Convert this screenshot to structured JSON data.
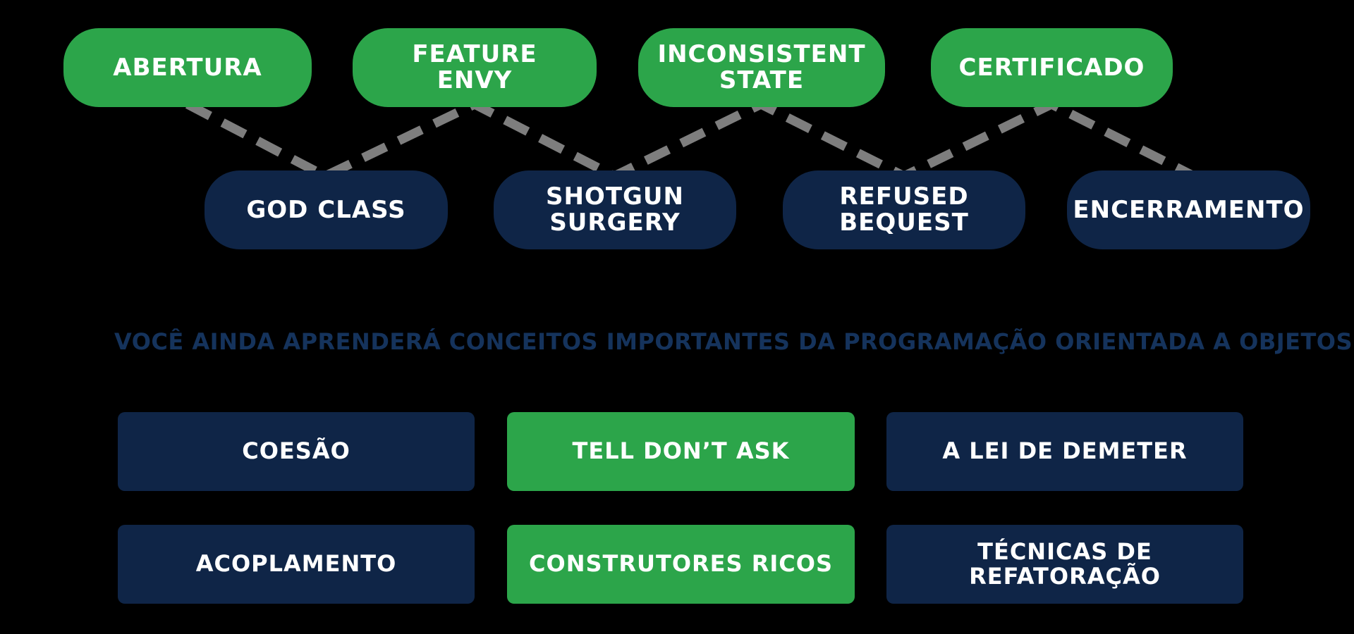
{
  "colors": {
    "background": "#000000",
    "green": "#2ca54a",
    "navy": "#0f2547",
    "dash_gray": "#7e7e7e",
    "title_text": "#15335c",
    "pill_text": "#ffffff"
  },
  "roadmap": {
    "connector_style": "gray-dashed-zigzag",
    "top_pills": [
      {
        "label": "ABERTURA",
        "color": "green"
      },
      {
        "label": "FEATURE\nENVY",
        "color": "green"
      },
      {
        "label": "INCONSISTENT\nSTATE",
        "color": "green"
      },
      {
        "label": "CERTIFICADO",
        "color": "green"
      }
    ],
    "bottom_pills": [
      {
        "label": "GOD CLASS",
        "color": "navy"
      },
      {
        "label": "SHOTGUN\nSURGERY",
        "color": "navy"
      },
      {
        "label": "REFUSED\nBEQUEST",
        "color": "navy"
      },
      {
        "label": "ENCERRAMENTO",
        "color": "navy"
      }
    ]
  },
  "section_title": "VOCÊ AINDA APRENDERÁ CONCEITOS IMPORTANTES DA PROGRAMAÇÃO ORIENTADA A OBJETOS",
  "concepts": {
    "rows": [
      [
        {
          "label": "COESÃO",
          "color": "navy"
        },
        {
          "label": "TELL DON’T ASK",
          "color": "green"
        },
        {
          "label": "A LEI DE DEMETER",
          "color": "navy"
        }
      ],
      [
        {
          "label": "ACOPLAMENTO",
          "color": "navy"
        },
        {
          "label": "CONSTRUTORES RICOS",
          "color": "green"
        },
        {
          "label": "TÉCNICAS DE\nREFATORAÇÃO",
          "color": "navy"
        }
      ]
    ]
  }
}
